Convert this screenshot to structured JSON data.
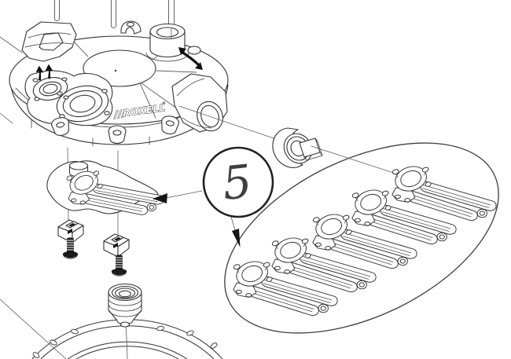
{
  "figure": {
    "kind": "exploded-parts-diagram",
    "colors": {
      "background": "#ffffff",
      "line": "#333333",
      "line_light": "#5a5a5a",
      "black_fill": "#161616"
    }
  },
  "callout": {
    "number": "5"
  },
  "brand": {
    "prefix": "///",
    "name": "ROXELL",
    "registered_mark": "®"
  },
  "detail_view": {
    "shape": "oval",
    "lever_count": 5
  },
  "housing": {
    "grill_rod_count": 3
  },
  "bottom_ring": {
    "bolt_hole_count": 6
  },
  "icons": {
    "leader_arrow": "filled-triangle-arrow",
    "adjust_arrow": "double-headed-arrow",
    "mold_marks": "two-black-direction-arrows"
  }
}
